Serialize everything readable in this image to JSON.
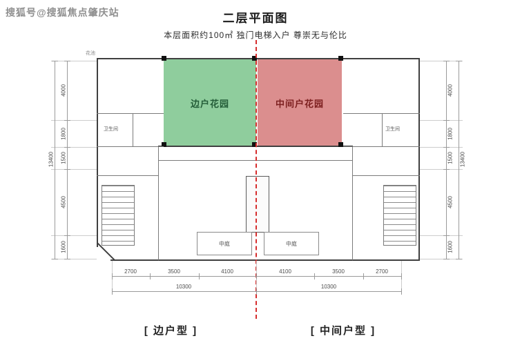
{
  "watermark": "搜狐号@搜狐焦点肇庆站",
  "header": {
    "title": "二层平面图",
    "subtitle": "本层面积约100㎡  独门电梯入户  尊崇无与伦比"
  },
  "plan": {
    "left_garden_label": "边户花园",
    "right_garden_label": "中间户花园",
    "colors": {
      "left_garden": "#8fcd9d",
      "right_garden": "#db8e8e",
      "divider": "#d62c2c"
    },
    "rooms": {
      "bathroom_left": "卫生间",
      "bathroom_right": "卫生间",
      "atrium_left": "中庭",
      "atrium_right": "中庭",
      "flower_bed": "花池"
    },
    "dims": {
      "left_inner": [
        "4000",
        "1800",
        "1500",
        "4500",
        "1600"
      ],
      "left_total": "13400",
      "right_inner": [
        "4000",
        "1800",
        "1500",
        "4500",
        "1600"
      ],
      "right_total": "13400",
      "bottom": [
        "2700",
        "3500",
        "4100",
        "4100",
        "3500",
        "2700"
      ],
      "bottom_totals": [
        "10300",
        "10300"
      ]
    }
  },
  "footer": {
    "left_type": "[ 边户型 ]",
    "right_type": "[ 中间户型 ]"
  }
}
